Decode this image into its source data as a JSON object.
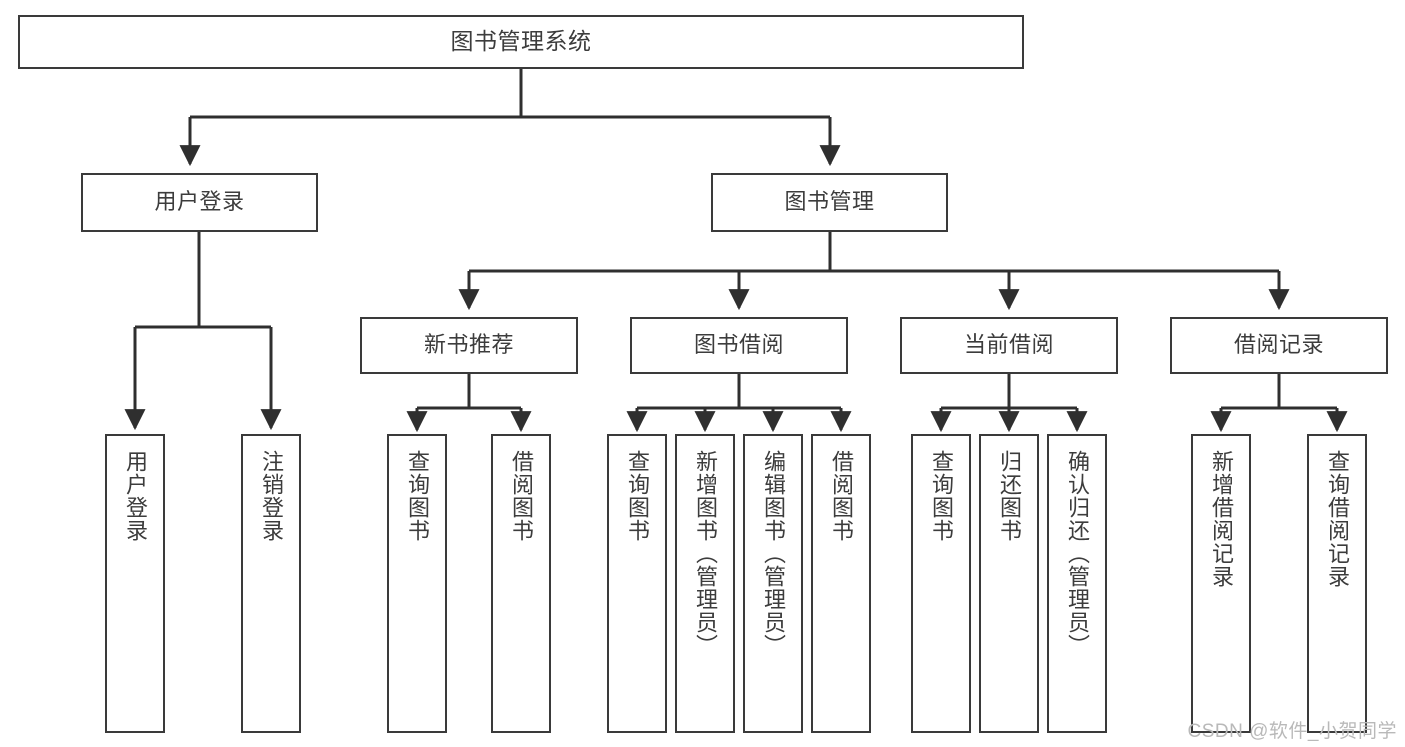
{
  "diagram": {
    "title": "图书管理系统",
    "type": "tree-hierarchy-diagram",
    "root": {
      "id": "root",
      "label": "图书管理系统"
    },
    "level1": [
      {
        "id": "user-login",
        "label": "用户登录"
      },
      {
        "id": "book-management",
        "label": "图书管理"
      }
    ],
    "level2": [
      {
        "id": "new-book-recommend",
        "label": "新书推荐"
      },
      {
        "id": "book-borrow",
        "label": "图书借阅"
      },
      {
        "id": "current-borrow",
        "label": "当前借阅"
      },
      {
        "id": "borrow-record",
        "label": "借阅记录"
      }
    ],
    "leaves": {
      "user_login": [
        {
          "id": "leaf-user-login",
          "label": "用户登录"
        },
        {
          "id": "leaf-logout",
          "label": "注销登录"
        }
      ],
      "new_book_recommend": [
        {
          "id": "leaf-query-book-1",
          "label": "查询图书"
        },
        {
          "id": "leaf-borrow-book-1",
          "label": "借阅图书"
        }
      ],
      "book_borrow": [
        {
          "id": "leaf-query-book-2",
          "label": "查询图书"
        },
        {
          "id": "leaf-add-book",
          "label": "新增图书（管理员）"
        },
        {
          "id": "leaf-edit-book",
          "label": "编辑图书（管理员）"
        },
        {
          "id": "leaf-borrow-book-2",
          "label": "借阅图书"
        }
      ],
      "current_borrow": [
        {
          "id": "leaf-query-book-3",
          "label": "查询图书"
        },
        {
          "id": "leaf-return-book",
          "label": "归还图书"
        },
        {
          "id": "leaf-confirm-return",
          "label": "确认归还（管理员）"
        }
      ],
      "borrow_record": [
        {
          "id": "leaf-add-record",
          "label": "新增借阅记录"
        },
        {
          "id": "leaf-query-record",
          "label": "查询借阅记录"
        }
      ]
    },
    "colors": {
      "border": "#3a3a3a",
      "text": "#3c3c3c",
      "background": "#ffffff",
      "edge": "#2f2f2f",
      "watermark": "#b9b9b9"
    }
  },
  "watermark": {
    "text": "CSDN @软件_小贺同学"
  }
}
